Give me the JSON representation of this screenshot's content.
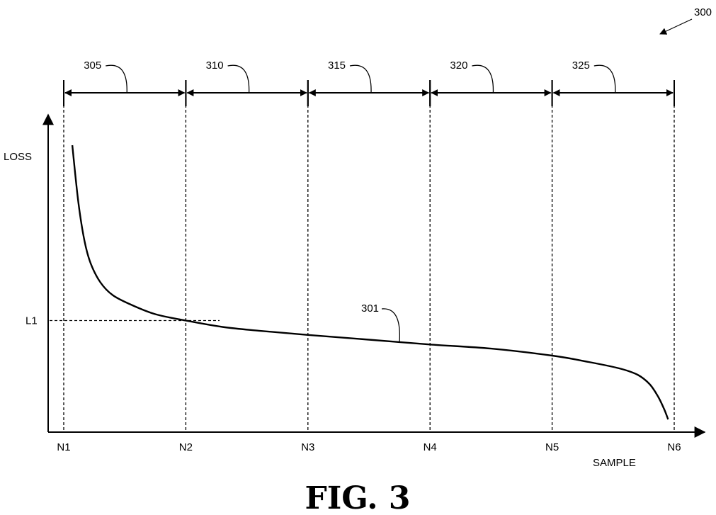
{
  "figure_ref": "300",
  "caption": "FIG. 3",
  "chart_data": {
    "type": "line",
    "title": "",
    "xlabel": "SAMPLE",
    "ylabel": "LOSS",
    "x_ticks": [
      "N1",
      "N2",
      "N3",
      "N4",
      "N5",
      "N6"
    ],
    "y_marks": [
      {
        "label": "L1",
        "value": 0.35
      }
    ],
    "xlim": [
      1,
      6
    ],
    "ylim": [
      0,
      1
    ],
    "grid": false,
    "regions": [
      {
        "label": "305",
        "from": 1,
        "to": 2
      },
      {
        "label": "310",
        "from": 2,
        "to": 3
      },
      {
        "label": "315",
        "from": 3,
        "to": 4
      },
      {
        "label": "320",
        "from": 4,
        "to": 5
      },
      {
        "label": "325",
        "from": 5,
        "to": 6
      }
    ],
    "series": [
      {
        "label": "301",
        "x": [
          1.07,
          1.12,
          1.17,
          1.22,
          1.3,
          1.4,
          1.55,
          1.75,
          2.0,
          2.3,
          2.6,
          3.0,
          3.5,
          4.0,
          4.5,
          5.0,
          5.3,
          5.55,
          5.7,
          5.8,
          5.87,
          5.92,
          5.95
        ],
        "y": [
          0.9,
          0.72,
          0.6,
          0.53,
          0.47,
          0.43,
          0.4,
          0.37,
          0.35,
          0.33,
          0.318,
          0.305,
          0.29,
          0.275,
          0.262,
          0.24,
          0.22,
          0.2,
          0.18,
          0.15,
          0.11,
          0.07,
          0.04
        ]
      }
    ]
  }
}
